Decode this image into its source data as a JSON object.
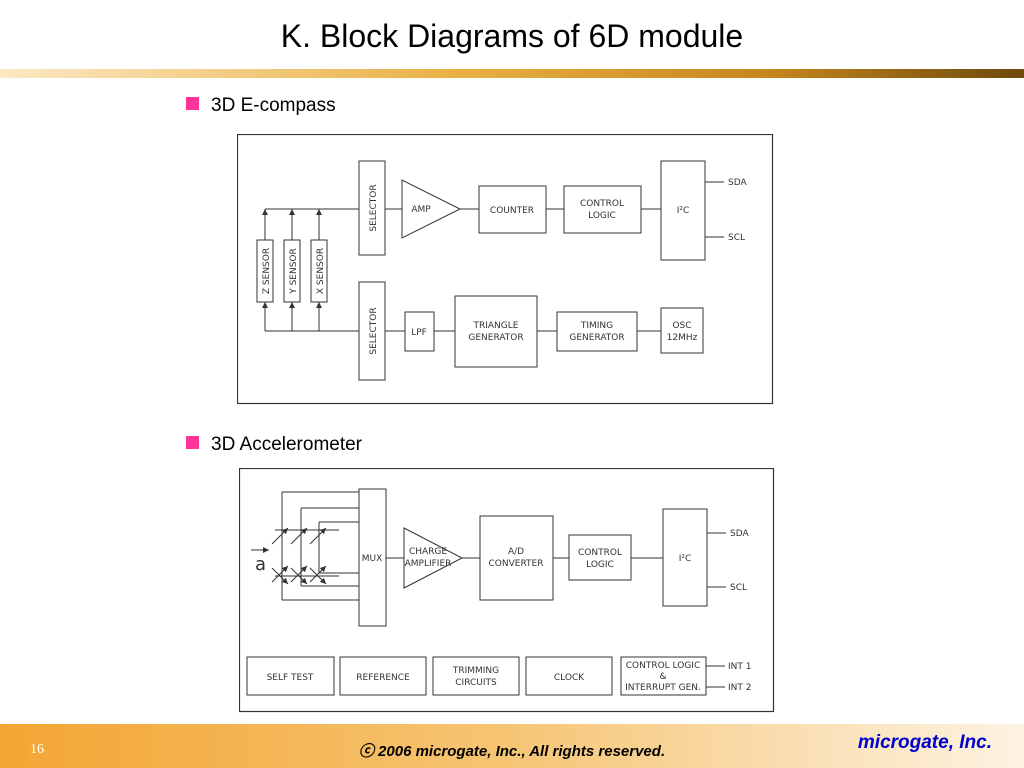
{
  "title": "K.  Block Diagrams of 6D module",
  "colors": {
    "bullet": "#ff3399",
    "brand": "#0000cc",
    "stroke": "#333333"
  },
  "sections": {
    "compass": {
      "heading": "3D E-compass",
      "sensors": [
        "Z SENSOR",
        "Y SENSOR",
        "X SENSOR"
      ],
      "selector_top": "SELECTOR",
      "selector_bottom": "SELECTOR",
      "amp": "AMP",
      "counter": "COUNTER",
      "control_logic": [
        "CONTROL",
        "LOGIC"
      ],
      "i2c": "I²C",
      "sda": "SDA",
      "scl": "SCL",
      "lpf": "LPF",
      "triangle": [
        "TRIANGLE",
        "GENERATOR"
      ],
      "timing": [
        "TIMING",
        "GENERATOR"
      ],
      "osc": [
        "OSC",
        "12MHz"
      ]
    },
    "accel": {
      "heading": "3D Accelerometer",
      "input_label": "a",
      "mux": "MUX",
      "charge_amp": [
        "CHARGE",
        "AMPLIFIER"
      ],
      "adc": [
        "A/D",
        "CONVERTER"
      ],
      "control_logic": [
        "CONTROL",
        "LOGIC"
      ],
      "i2c": "I²C",
      "sda": "SDA",
      "scl": "SCL",
      "self_test": "SELF TEST",
      "reference": "REFERENCE",
      "trimming": [
        "TRIMMING",
        "CIRCUITS"
      ],
      "clock": "CLOCK",
      "interrupt": [
        "CONTROL LOGIC",
        "&",
        "INTERRUPT GEN."
      ],
      "int1": "INT 1",
      "int2": "INT 2"
    }
  },
  "footer": {
    "page_number": "16",
    "copyright": "ⓒ 2006 microgate, Inc.,  All rights reserved.",
    "brand": "microgate, Inc."
  }
}
